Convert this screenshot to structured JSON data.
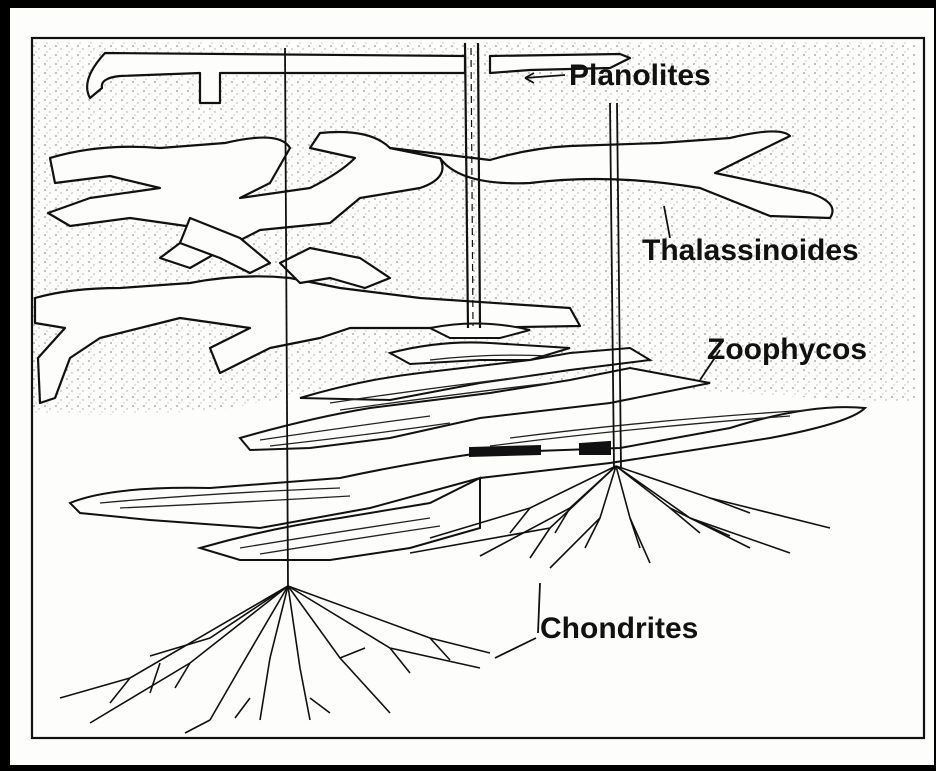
{
  "diagram": {
    "labels": {
      "planolites": "Planolites",
      "thalassinoides": "Thalassinoides",
      "zoophycos": "Zoophycos",
      "chondrites": "Chondrites"
    },
    "colors": {
      "ink": "#111111",
      "paper": "#fdfdfb",
      "stipple": "#8a8a8a",
      "frame": "#000000"
    }
  }
}
